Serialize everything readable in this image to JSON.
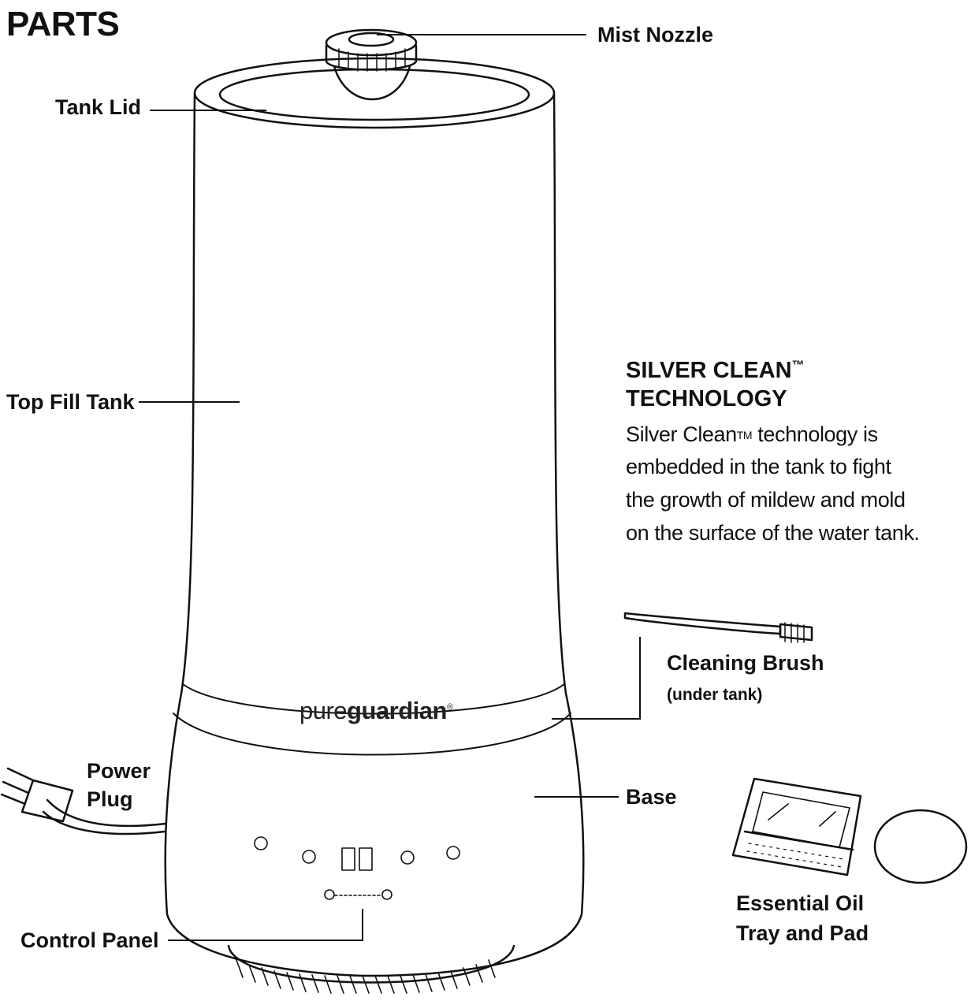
{
  "title": "PARTS",
  "labels": {
    "mist_nozzle": "Mist Nozzle",
    "tank_lid": "Tank Lid",
    "top_fill_tank": "Top Fill Tank",
    "power_plug_line1": "Power",
    "power_plug_line2": "Plug",
    "control_panel": "Control Panel",
    "base": "Base",
    "cleaning_brush": "Cleaning Brush",
    "cleaning_brush_note": "(under tank)",
    "essential_oil_line1": "Essential Oil",
    "essential_oil_line2": "Tray and Pad"
  },
  "silver_clean": {
    "heading_line1": "SILVER CLEAN",
    "trademark": "™",
    "heading_line2": "TECHNOLOGY",
    "body_line1_a": "Silver Clean",
    "body_line1_tm": "TM",
    "body_line1_b": " technology is",
    "body_line2": "embedded in the tank to fight",
    "body_line3": "the growth of mildew and mold",
    "body_line4": "on the surface of the water tank."
  },
  "brand": {
    "part1": "pure",
    "part2": "guardian",
    "mark": "®"
  },
  "colors": {
    "ink": "#111111",
    "background": "#ffffff"
  }
}
